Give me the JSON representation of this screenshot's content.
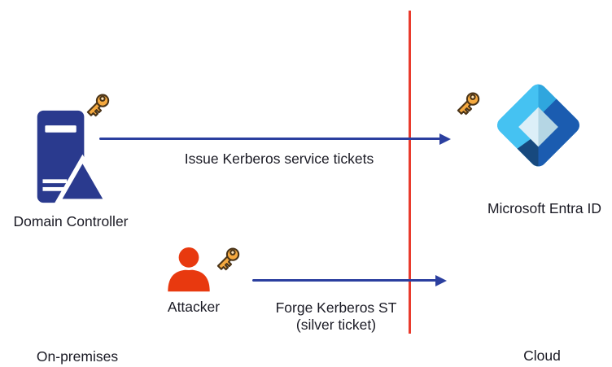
{
  "diagram": {
    "zones": {
      "on_premises_label": "On-premises",
      "cloud_label": "Cloud"
    },
    "nodes": {
      "domain_controller": {
        "label": "Domain Controller",
        "icon": "server-icon",
        "has_key": true
      },
      "microsoft_entra_id": {
        "label": "Microsoft Entra ID",
        "icon": "entra-id-logo",
        "has_key": true
      },
      "attacker": {
        "label": "Attacker",
        "icon": "attacker-person-icon",
        "has_key": true
      }
    },
    "flows": {
      "issue_tickets": {
        "label": "Issue Kerberos service tickets",
        "from": "domain_controller",
        "to": "microsoft_entra_id"
      },
      "forge_st": {
        "label_line1": "Forge Kerberos ST",
        "label_line2": "(silver ticket)",
        "from": "attacker",
        "to": "cloud"
      }
    },
    "icons": {
      "key": "key-icon",
      "server": "server-icon",
      "entra": "entra-id-logo",
      "person": "attacker-person-icon"
    },
    "colors": {
      "arrow_blue": "#2b3f9f",
      "server_navy": "#2a3a8e",
      "boundary_red": "#e93b2d",
      "attacker_red": "#e8390f",
      "key_orange": "#f5a93f",
      "key_outline": "#4a3418",
      "entra_light_cyan": "#45c2f2",
      "entra_mid_cyan": "#2fa6de",
      "entra_blue": "#1b5cb0",
      "entra_navy": "#17497e",
      "entra_pale_left": "#dceff8",
      "entra_pale_right": "#b5d6e4",
      "text": "#1a1a24"
    }
  }
}
